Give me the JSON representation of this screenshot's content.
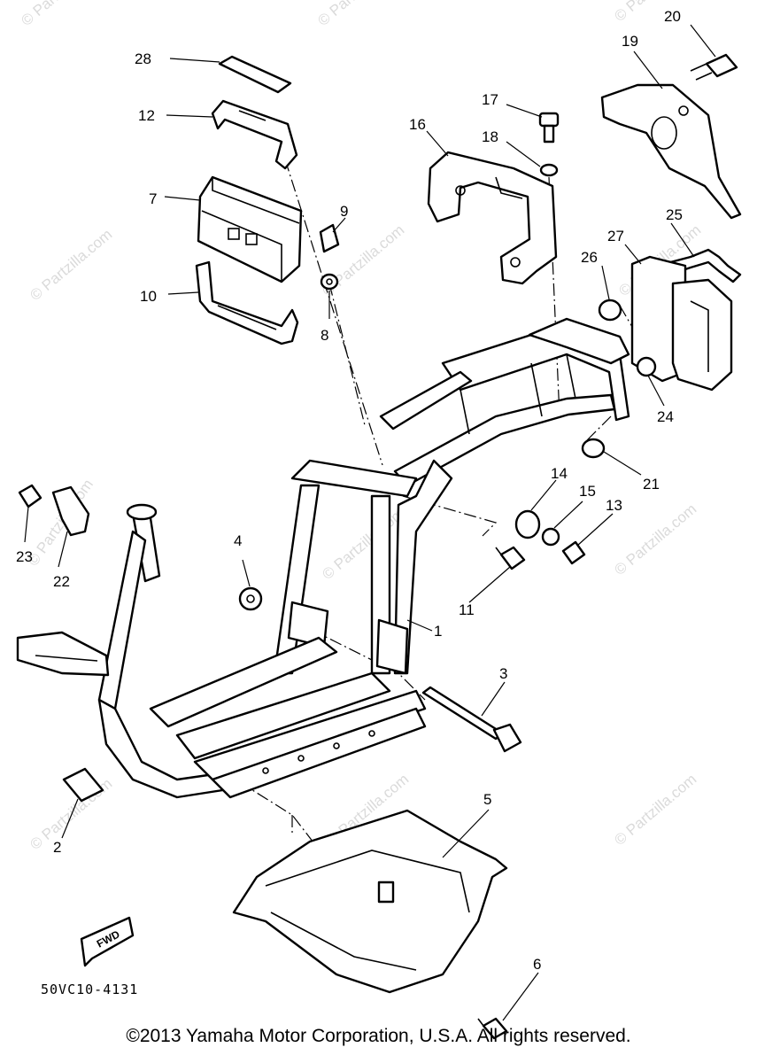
{
  "diagram": {
    "part_code": "50VC10-4131",
    "fwd_label": "FWD",
    "watermark": "© Partzilla.com",
    "copyright": "©2013 Yamaha Motor Corporation, U.S.A. All rights reserved.",
    "callouts": [
      {
        "id": "28",
        "label": "28"
      },
      {
        "id": "12",
        "label": "12"
      },
      {
        "id": "7",
        "label": "7"
      },
      {
        "id": "9",
        "label": "9"
      },
      {
        "id": "10",
        "label": "10"
      },
      {
        "id": "8",
        "label": "8"
      },
      {
        "id": "16",
        "label": "16"
      },
      {
        "id": "17",
        "label": "17"
      },
      {
        "id": "18",
        "label": "18"
      },
      {
        "id": "19",
        "label": "19"
      },
      {
        "id": "20",
        "label": "20"
      },
      {
        "id": "25",
        "label": "25"
      },
      {
        "id": "27",
        "label": "27"
      },
      {
        "id": "26",
        "label": "26"
      },
      {
        "id": "24",
        "label": "24"
      },
      {
        "id": "21",
        "label": "21"
      },
      {
        "id": "14",
        "label": "14"
      },
      {
        "id": "15",
        "label": "15"
      },
      {
        "id": "13",
        "label": "13"
      },
      {
        "id": "11",
        "label": "11"
      },
      {
        "id": "23",
        "label": "23"
      },
      {
        "id": "22",
        "label": "22"
      },
      {
        "id": "4",
        "label": "4"
      },
      {
        "id": "1",
        "label": "1"
      },
      {
        "id": "3",
        "label": "3"
      },
      {
        "id": "2",
        "label": "2"
      },
      {
        "id": "5",
        "label": "5"
      },
      {
        "id": "6",
        "label": "6"
      }
    ]
  }
}
